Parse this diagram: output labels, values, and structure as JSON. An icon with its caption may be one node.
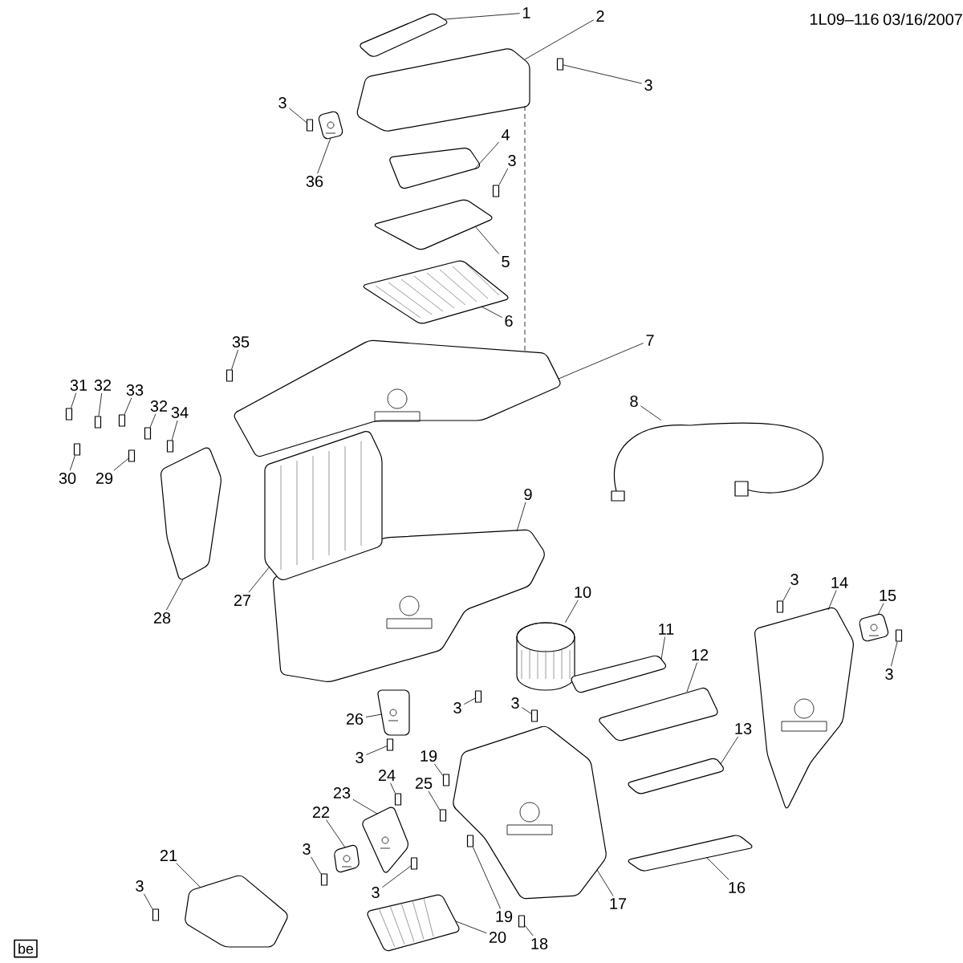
{
  "diagram": {
    "nodes": [
      {
        "text": [
          "1"
        ]
      },
      {
        "text": [
          "2"
        ]
      },
      {
        "text": [
          "3"
        ]
      },
      {
        "text": [
          "3"
        ]
      },
      {
        "text": [
          "36"
        ]
      },
      {
        "text": [
          "4"
        ]
      },
      {
        "text": [
          "3"
        ]
      },
      {
        "text": [
          "5"
        ]
      },
      {
        "text": [
          "6"
        ]
      },
      {
        "text": [
          "7"
        ]
      },
      {
        "text": [
          "35"
        ]
      },
      {
        "text": [
          "31"
        ]
      },
      {
        "text": [
          "32"
        ]
      },
      {
        "text": [
          "33"
        ]
      },
      {
        "text": [
          "32"
        ]
      },
      {
        "text": [
          "34"
        ]
      },
      {
        "text": [
          "30"
        ]
      },
      {
        "text": [
          "29"
        ]
      },
      {
        "text": [
          "8"
        ]
      },
      {
        "text": [
          "9"
        ]
      },
      {
        "text": [
          "28"
        ]
      },
      {
        "text": [
          "27"
        ]
      },
      {
        "text": [
          "10"
        ]
      },
      {
        "text": [
          "11"
        ]
      },
      {
        "text": [
          "12"
        ]
      },
      {
        "text": [
          "3"
        ]
      },
      {
        "text": [
          "14"
        ]
      },
      {
        "text": [
          "15"
        ]
      },
      {
        "text": [
          "3"
        ]
      },
      {
        "text": [
          "3"
        ]
      },
      {
        "text": [
          "3"
        ]
      },
      {
        "text": [
          "26"
        ]
      },
      {
        "text": [
          "13"
        ]
      },
      {
        "text": [
          "3"
        ]
      },
      {
        "text": [
          "19"
        ]
      },
      {
        "text": [
          "24"
        ]
      },
      {
        "text": [
          "25"
        ]
      },
      {
        "text": [
          "23"
        ]
      },
      {
        "text": [
          "22"
        ]
      },
      {
        "text": [
          "3"
        ]
      },
      {
        "text": [
          "3"
        ]
      },
      {
        "text": [
          "3"
        ]
      },
      {
        "text": [
          "21"
        ]
      },
      {
        "text": [
          "19"
        ]
      },
      {
        "text": [
          "17"
        ]
      },
      {
        "text": [
          "16"
        ]
      },
      {
        "text": [
          "20"
        ]
      },
      {
        "text": [
          "18"
        ]
      },
      {
        "text": [
          "be"
        ]
      },
      {
        "text": [],
        "shape": "picture"
      },
      {
        "text": [],
        "shape": "picture"
      },
      {
        "text": [],
        "shape": "box"
      },
      {
        "text": [],
        "shape": "box"
      },
      {
        "text": [],
        "shape": "picture"
      },
      {
        "text": [],
        "shape": "picture"
      },
      {
        "text": [],
        "shape": "box"
      },
      {
        "text": [],
        "shape": "picture"
      },
      {
        "text": [],
        "shape": "picture"
      },
      {
        "text": [],
        "shape": "picture"
      },
      {
        "text": [],
        "shape": "box"
      },
      {
        "text": [],
        "shape": "box"
      },
      {
        "text": [],
        "shape": "box"
      },
      {
        "text": [],
        "shape": "box"
      },
      {
        "text": [],
        "shape": "box"
      },
      {
        "text": [],
        "shape": "box"
      },
      {
        "text": [],
        "shape": "box"
      },
      {
        "text": [],
        "shape": "box"
      },
      {
        "text": [],
        "shape": "picture"
      },
      {
        "text": [],
        "shape": "picture"
      },
      {
        "text": [],
        "shape": "picture"
      },
      {
        "text": [],
        "shape": "picture"
      },
      {
        "text": [],
        "shape": "cylinder"
      },
      {
        "text": [],
        "shape": "picture"
      },
      {
        "text": [],
        "shape": "picture"
      },
      {
        "text": [],
        "shape": "box"
      },
      {
        "text": [],
        "shape": "picture"
      },
      {
        "text": [],
        "shape": "picture"
      },
      {
        "text": [],
        "shape": "box"
      },
      {
        "text": [],
        "shape": "box"
      },
      {
        "text": [],
        "shape": "box"
      },
      {
        "text": [],
        "shape": "picture"
      },
      {
        "text": [],
        "shape": "picture"
      },
      {
        "text": [],
        "shape": "box"
      },
      {
        "text": [],
        "shape": "box"
      },
      {
        "text": [],
        "shape": "box"
      },
      {
        "text": [],
        "shape": "box"
      },
      {
        "text": [],
        "shape": "picture"
      },
      {
        "text": [],
        "shape": "picture"
      },
      {
        "text": [],
        "shape": "box"
      },
      {
        "text": [],
        "shape": "box"
      },
      {
        "text": [],
        "shape": "box"
      },
      {
        "text": [],
        "shape": "picture"
      },
      {
        "text": [],
        "shape": "box"
      },
      {
        "text": [],
        "shape": "picture"
      },
      {
        "text": [],
        "shape": "picture"
      },
      {
        "text": [],
        "shape": "picture"
      },
      {
        "text": [],
        "shape": "box"
      }
    ],
    "edges": [
      {
        "from": 0,
        "to": 49,
        "arrow": "none"
      },
      {
        "from": 1,
        "to": 50,
        "arrow": "none"
      },
      {
        "from": 2,
        "to": 51,
        "arrow": "none"
      },
      {
        "from": 3,
        "to": 52,
        "arrow": "none"
      },
      {
        "from": 4,
        "to": 53,
        "arrow": "none"
      },
      {
        "from": 5,
        "to": 54,
        "arrow": "none"
      },
      {
        "from": 6,
        "to": 55,
        "arrow": "none"
      },
      {
        "from": 7,
        "to": 56,
        "arrow": "none"
      },
      {
        "from": 8,
        "to": 57,
        "arrow": "none"
      },
      {
        "from": 9,
        "to": 58,
        "arrow": "none"
      },
      {
        "from": 10,
        "to": 59,
        "arrow": "none"
      },
      {
        "from": 11,
        "to": 60,
        "arrow": "none"
      },
      {
        "from": 12,
        "to": 61,
        "arrow": "none"
      },
      {
        "from": 13,
        "to": 62,
        "arrow": "none"
      },
      {
        "from": 14,
        "to": 63,
        "arrow": "none"
      },
      {
        "from": 15,
        "to": 64,
        "arrow": "none"
      },
      {
        "from": 16,
        "to": 65,
        "arrow": "none"
      },
      {
        "from": 17,
        "to": 66,
        "arrow": "none"
      },
      {
        "from": 18,
        "to": 67,
        "arrow": "none"
      },
      {
        "from": 19,
        "to": 68,
        "arrow": "none"
      },
      {
        "from": 20,
        "to": 69,
        "arrow": "none"
      },
      {
        "from": 21,
        "to": 70,
        "arrow": "none"
      },
      {
        "from": 22,
        "to": 71,
        "arrow": "none"
      },
      {
        "from": 23,
        "to": 72,
        "arrow": "none"
      },
      {
        "from": 24,
        "to": 73,
        "arrow": "none"
      },
      {
        "from": 25,
        "to": 74,
        "arrow": "none"
      },
      {
        "from": 26,
        "to": 75,
        "arrow": "none"
      },
      {
        "from": 27,
        "to": 76,
        "arrow": "none"
      },
      {
        "from": 28,
        "to": 77,
        "arrow": "none"
      },
      {
        "from": 29,
        "to": 78,
        "arrow": "none"
      },
      {
        "from": 30,
        "to": 79,
        "arrow": "none"
      },
      {
        "from": 31,
        "to": 80,
        "arrow": "none"
      },
      {
        "from": 32,
        "to": 81,
        "arrow": "none"
      },
      {
        "from": 33,
        "to": 82,
        "arrow": "none"
      },
      {
        "from": 34,
        "to": 83,
        "arrow": "none"
      },
      {
        "from": 35,
        "to": 84,
        "arrow": "none"
      },
      {
        "from": 36,
        "to": 85,
        "arrow": "none"
      },
      {
        "from": 37,
        "to": 86,
        "arrow": "none"
      },
      {
        "from": 38,
        "to": 87,
        "arrow": "none"
      },
      {
        "from": 39,
        "to": 88,
        "arrow": "none"
      },
      {
        "from": 40,
        "to": 89,
        "arrow": "none"
      },
      {
        "from": 41,
        "to": 90,
        "arrow": "none"
      },
      {
        "from": 42,
        "to": 91,
        "arrow": "none"
      },
      {
        "from": 43,
        "to": 92,
        "arrow": "none"
      },
      {
        "from": 44,
        "to": 93,
        "arrow": "none"
      },
      {
        "from": 45,
        "to": 94,
        "arrow": "none"
      },
      {
        "from": 46,
        "to": 95,
        "arrow": "none"
      },
      {
        "from": 47,
        "to": 96,
        "arrow": "none"
      },
      {
        "from": 50,
        "to": 58,
        "arrow": "none",
        "style": "dashed"
      }
    ],
    "labels": [
      "1L09–116",
      "03/16/2007"
    ]
  }
}
